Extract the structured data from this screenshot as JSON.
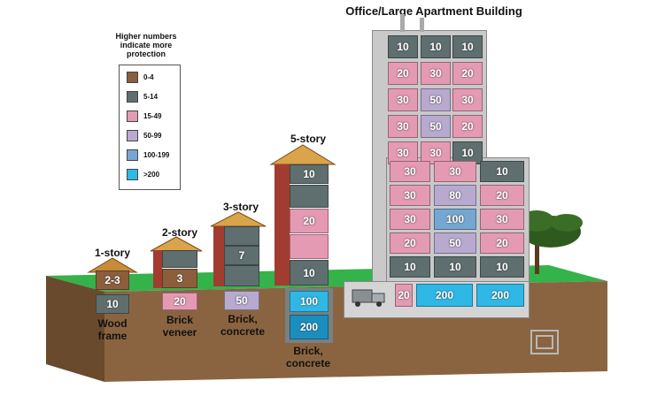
{
  "title": "Office/Large Apartment Building",
  "legend": {
    "heading": "Higher numbers indicate more protection",
    "items": [
      {
        "label": "0-4",
        "color": "#8b5e3c"
      },
      {
        "label": "5-14",
        "color": "#5f6e6e"
      },
      {
        "label": "15-49",
        "color": "#e59ab4"
      },
      {
        "label": "50-99",
        "color": "#b8a9cf"
      },
      {
        "label": "100-199",
        "color": "#76a7d3"
      },
      {
        "label": ">200",
        "color": "#2fb8e6"
      }
    ]
  },
  "buildings": {
    "one_story": {
      "title": "1-story",
      "caption_line1": "Wood",
      "caption_line2": "frame",
      "ground": "2-3",
      "basement": "10"
    },
    "two_story": {
      "title": "2-story",
      "caption_line1": "Brick",
      "caption_line2": "veneer",
      "ground": "3",
      "basement": "20"
    },
    "three_story": {
      "title": "3-story",
      "caption_line1": "Brick,",
      "caption_line2": "concrete",
      "middle": "7",
      "basement": "50"
    },
    "five_story": {
      "title": "5-story",
      "caption_line1": "Brick,",
      "caption_line2": "concrete",
      "floor5": "10",
      "floor3": "20",
      "floor1": "10",
      "basement1": "100",
      "basement2": "200"
    },
    "office": {
      "tower_rows": [
        [
          "10",
          "10",
          "10"
        ],
        [
          "20",
          "30",
          "20"
        ],
        [
          "30",
          "50",
          "30"
        ],
        [
          "30",
          "50",
          "20"
        ],
        [
          "30",
          "30",
          "10"
        ]
      ],
      "wide_rows": [
        [
          "30",
          "30",
          "10"
        ],
        [
          "30",
          "80",
          "20"
        ],
        [
          "30",
          "100",
          "30"
        ],
        [
          "20",
          "50",
          "20"
        ],
        [
          "10",
          "10",
          "10"
        ]
      ],
      "basement_row": [
        "20",
        "200",
        "200"
      ]
    }
  }
}
